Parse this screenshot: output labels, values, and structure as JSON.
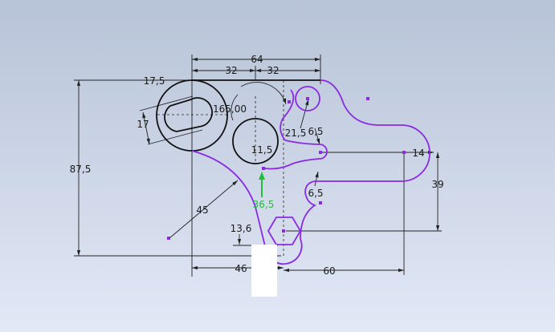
{
  "sketch": {
    "background": {
      "top": "#b7c3d7",
      "bottom": "#e2e8f6"
    },
    "colors": {
      "constrained": "#111111",
      "unconstrained": "#8a2be2",
      "highlight": "#1fbf3a",
      "dimension": "#222222"
    },
    "dimensions": {
      "d64": "64",
      "d32a": "32",
      "d32b": "32",
      "d17_5": "17,5",
      "d17": "17",
      "d165": "165,00",
      "d11_5": "11,5",
      "d21_5": "21,5",
      "d6_5a": "6,5",
      "d6_5b": "6,5",
      "d14": "14",
      "d39": "39",
      "d87_5": "87,5",
      "d45": "45",
      "d36_5": "36,5",
      "d13_6": "13,6",
      "d46": "46",
      "d60": "60"
    }
  }
}
